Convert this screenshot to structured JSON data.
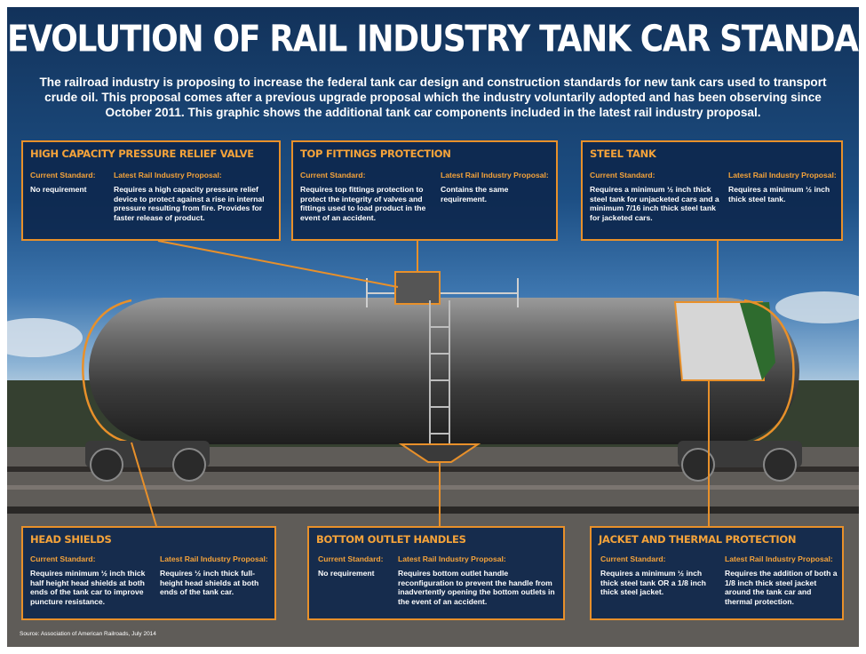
{
  "title": "EVOLUTION OF RAIL INDUSTRY TANK CAR STANDARDS FOR CRUDE OIL",
  "intro": "The railroad industry is proposing to increase the federal tank car design and construction standards for new tank cars used to transport crude oil. This proposal comes after a previous upgrade proposal which the industry voluntarily adopted and has been observing since October 2011. This graphic shows the additional tank car components included in the latest rail industry proposal.",
  "labels": {
    "current": "Current Standard:",
    "proposal": "Latest Rail Industry Proposal:"
  },
  "boxes": {
    "relief": {
      "title": "HIGH CAPACITY PRESSURE RELIEF VALVE",
      "current": "No requirement",
      "proposal": "Requires a high capacity pressure relief device to protect against a rise in internal pressure resulting from fire. Provides for faster release of product."
    },
    "fittings": {
      "title": "TOP FITTINGS PROTECTION",
      "current": "Requires top fittings protection to protect the integrity of valves and fittings used to load product in the event of an accident.",
      "proposal": "Contains the same requirement."
    },
    "steel": {
      "title": "STEEL TANK",
      "current": "Requires a minimum ½ inch thick steel tank for unjacketed cars and a minimum 7/16 inch thick steel tank for jacketed cars.",
      "proposal": "Requires a minimum ½ inch thick steel tank."
    },
    "shields": {
      "title": "HEAD SHIELDS",
      "current": "Requires minimum ½ inch thick half height head shields at both ends of the tank car to improve puncture resistance.",
      "proposal": "Requires ½ inch thick full-height head shields at both ends of the tank car."
    },
    "outlet": {
      "title": "BOTTOM OUTLET HANDLES",
      "current": "No requirement",
      "proposal": "Requires bottom outlet handle reconfiguration to prevent the handle from inadvertently opening the bottom outlets in the event of an accident."
    },
    "jacket": {
      "title": "JACKET AND THERMAL PROTECTION",
      "current": "Requires a minimum ½ inch thick steel tank OR a 1/8 inch thick steel jacket.",
      "proposal": "Requires the addition of both a 1/8 inch thick steel jacket around the tank car and thermal protection."
    }
  },
  "source": "Source: Association of American Railroads, July 2014",
  "colors": {
    "accent": "#e8902a",
    "panel": "#0c264b",
    "label": "#f5a33a"
  }
}
